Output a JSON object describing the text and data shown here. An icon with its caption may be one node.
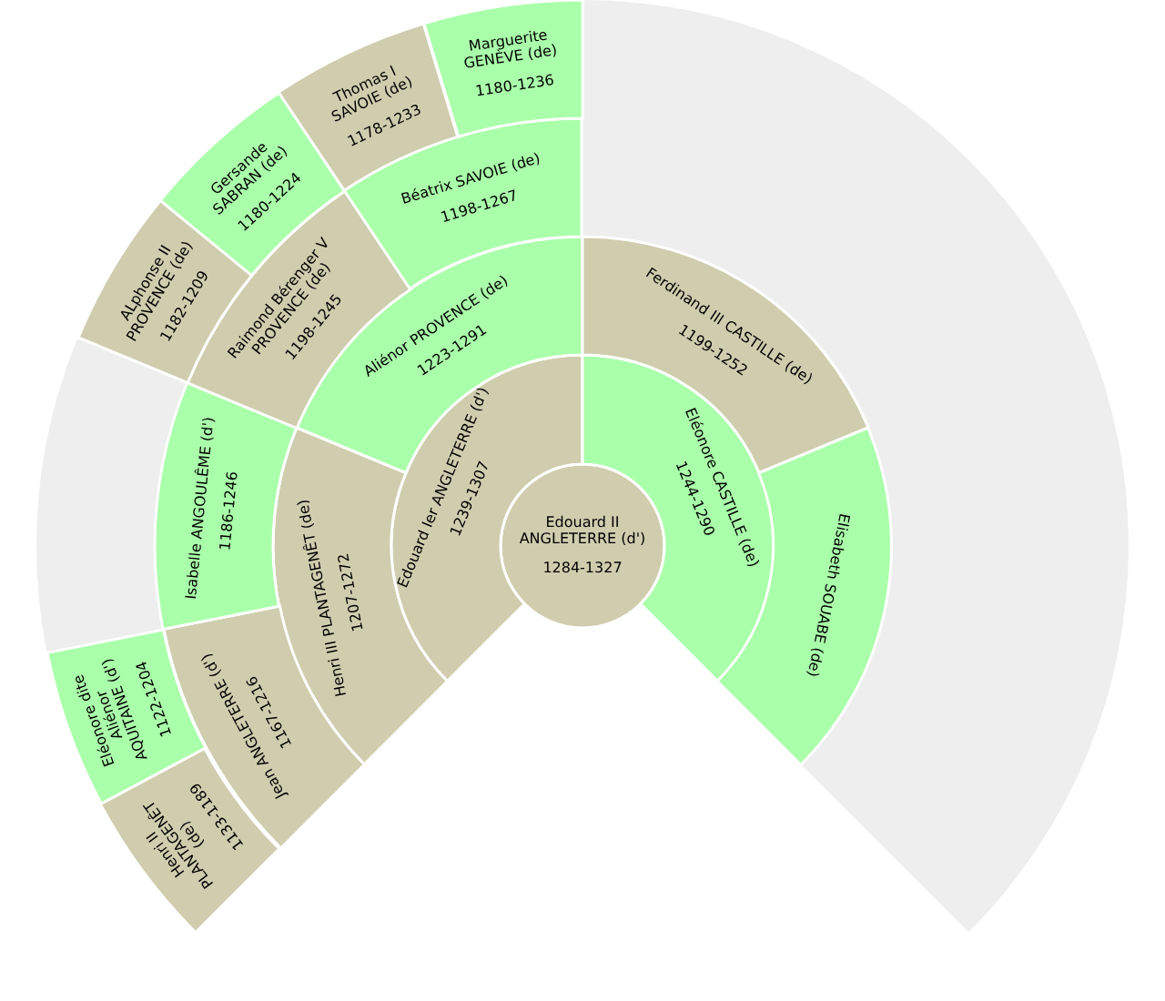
{
  "diagram": {
    "nodes": [
      {
        "text": [
          "Edouard II ANGLETERRE (d')",
          "1284-1327"
        ]
      },
      {
        "text": [
          "Edouard Ier ANGLETERRE (d')",
          "1239-1307"
        ]
      },
      {
        "text": [
          "Eléonore CASTILLE (de)",
          "1244-1290"
        ]
      },
      {
        "text": [
          "Henri III PLANTAGENÊT (de)",
          "1207-1272"
        ]
      },
      {
        "text": [
          "Aliénor PROVENCE (de)",
          "1223-1291"
        ]
      },
      {
        "text": [
          "Ferdinand III CASTILLE (de)",
          "1199-1252"
        ]
      },
      {
        "text": [
          "Elisabeth SOUABE (de)"
        ]
      },
      {
        "text": [
          "Jean ANGLETERRE (d')",
          "1167-1216"
        ]
      },
      {
        "text": [
          "Isabelle ANGOULÊME (d')",
          "1186-1246"
        ]
      },
      {
        "text": [
          "Raimond Bérenger V PROVENCE (de)",
          "1198-1245"
        ]
      },
      {
        "text": [
          "Béatrix SAVOIE (de)",
          "1198-1267"
        ]
      },
      {
        "text": [
          "Henri II PLANTAGENÊT (de)",
          "1133-1189"
        ]
      },
      {
        "text": [
          "Eléonore dite Aliénor AQUITAINE (d')",
          "1122-1204"
        ]
      },
      {
        "text": [
          "ALphonse II PROVENCE (de)",
          "1182-1209"
        ]
      },
      {
        "text": [
          "Gersande SABRAN (de)",
          "1180-1224"
        ]
      },
      {
        "text": [
          "Thomas I SAVOIE (de)",
          "1178-1233"
        ]
      },
      {
        "text": [
          "Marguerite GENÈVE (de)",
          "1180-1236"
        ]
      }
    ]
  }
}
